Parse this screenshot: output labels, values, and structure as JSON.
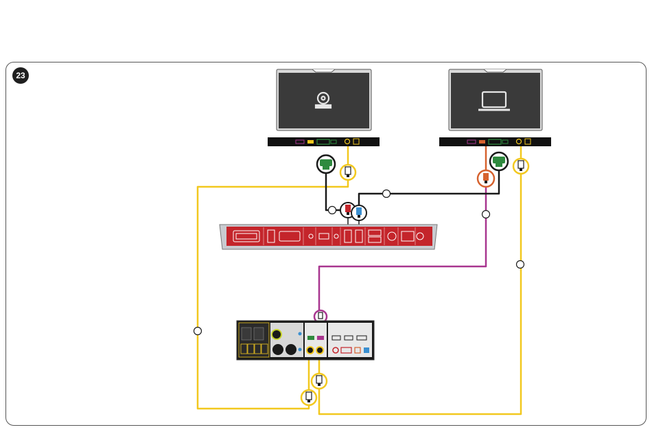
{
  "step": {
    "number": "23"
  },
  "colors": {
    "hdmi_yellow": "#f2c81e",
    "cable_magenta": "#a8358f",
    "cable_orange": "#d6622e",
    "cable_black": "#1a1a1a",
    "dvi_green": "#2f8a3f",
    "codec_red": "#c4252b",
    "screen_dark": "#3a3a3a"
  },
  "devices": [
    {
      "id": "monitor-left",
      "icon": "camera-icon"
    },
    {
      "id": "monitor-right",
      "icon": "laptop-icon"
    },
    {
      "id": "codec-unit",
      "icon": "codec-panel"
    },
    {
      "id": "camera-unit",
      "icon": "camera-rear-panel"
    }
  ]
}
